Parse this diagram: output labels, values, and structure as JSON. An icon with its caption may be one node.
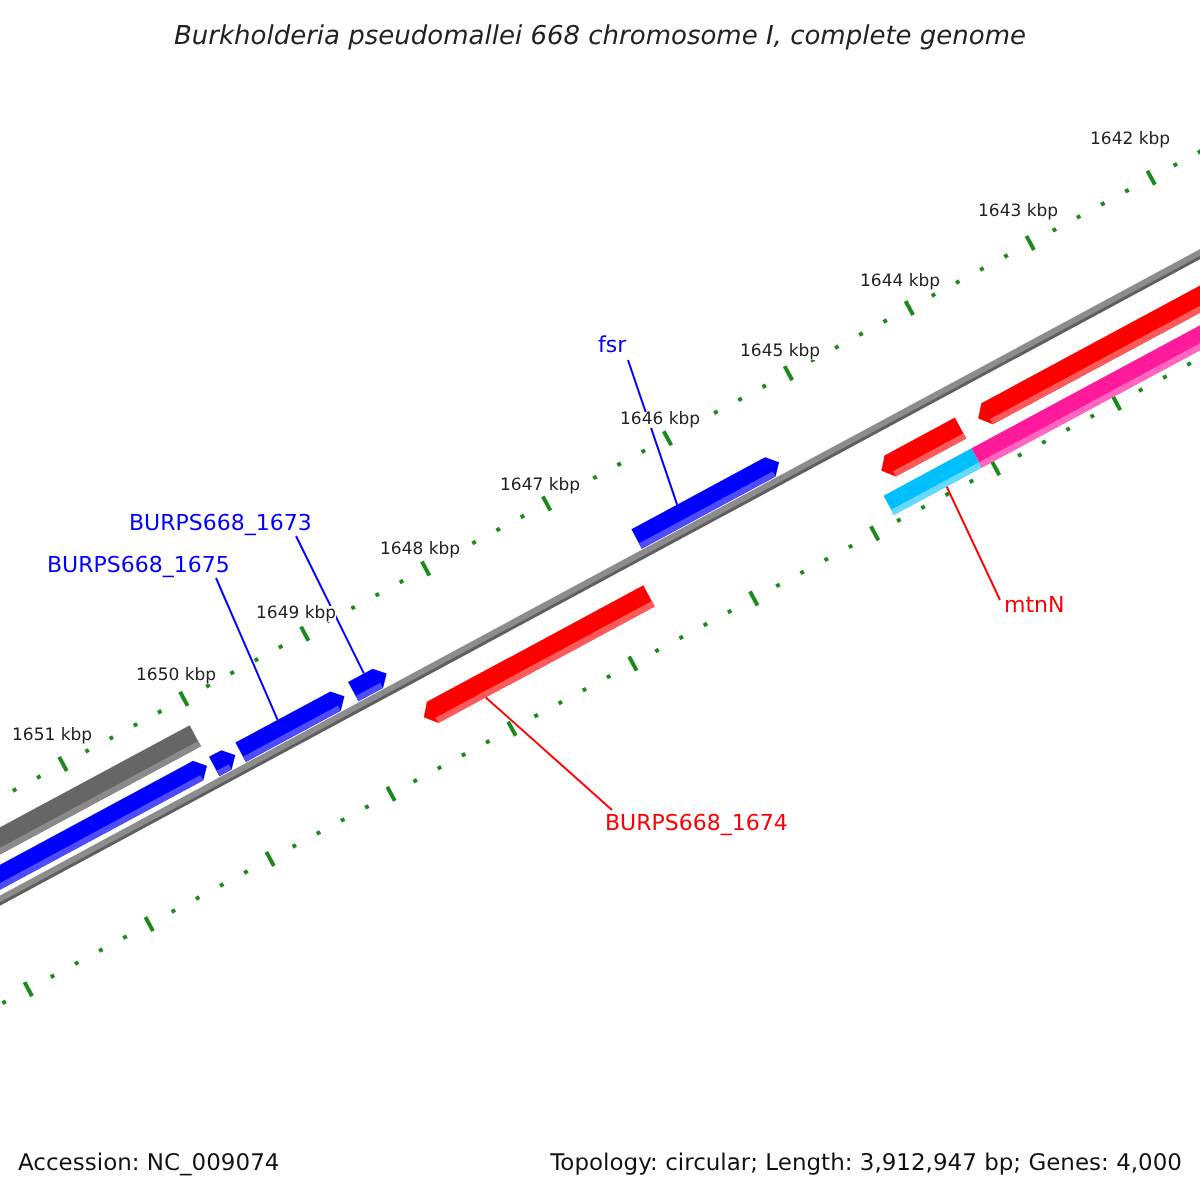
{
  "diagram": {
    "title": "Burkholderia pseudomallei 668 chromosome I, complete genome",
    "nodes": [
      {
        "text": [
          "fsr"
        ]
      },
      {
        "text": [],
        "shape": "bar"
      },
      {
        "text": [
          "BURPS668_1673"
        ]
      },
      {
        "text": [],
        "shape": "bar"
      },
      {
        "text": [
          "BURPS668_1675"
        ]
      },
      {
        "text": [],
        "shape": "bar"
      },
      {
        "text": [
          "mtnN"
        ]
      },
      {
        "text": [],
        "shape": "bar"
      },
      {
        "text": [
          "BURPS668_1674"
        ]
      },
      {
        "text": [],
        "shape": "bar"
      }
    ],
    "edges": [
      {
        "from": 0,
        "to": 1,
        "arrow": "none"
      },
      {
        "from": 2,
        "to": 3,
        "arrow": "none"
      },
      {
        "from": 4,
        "to": 5,
        "arrow": "none"
      },
      {
        "from": 6,
        "to": 7,
        "arrow": "none",
        "color": "#ff0000"
      },
      {
        "from": 8,
        "to": 9,
        "arrow": "none",
        "color": "#ff0000"
      }
    ],
    "labels": [
      "1642 kbp",
      "1643 kbp",
      "1644 kbp",
      "1645 kbp",
      "1646 kbp",
      "1647 kbp",
      "1648 kbp",
      "1649 kbp",
      "1650 kbp",
      "1651 kbp",
      "Accession: NC_009074",
      "Topology: circular; Length: 3,912,947 bp; Genes: 4,000"
    ]
  }
}
